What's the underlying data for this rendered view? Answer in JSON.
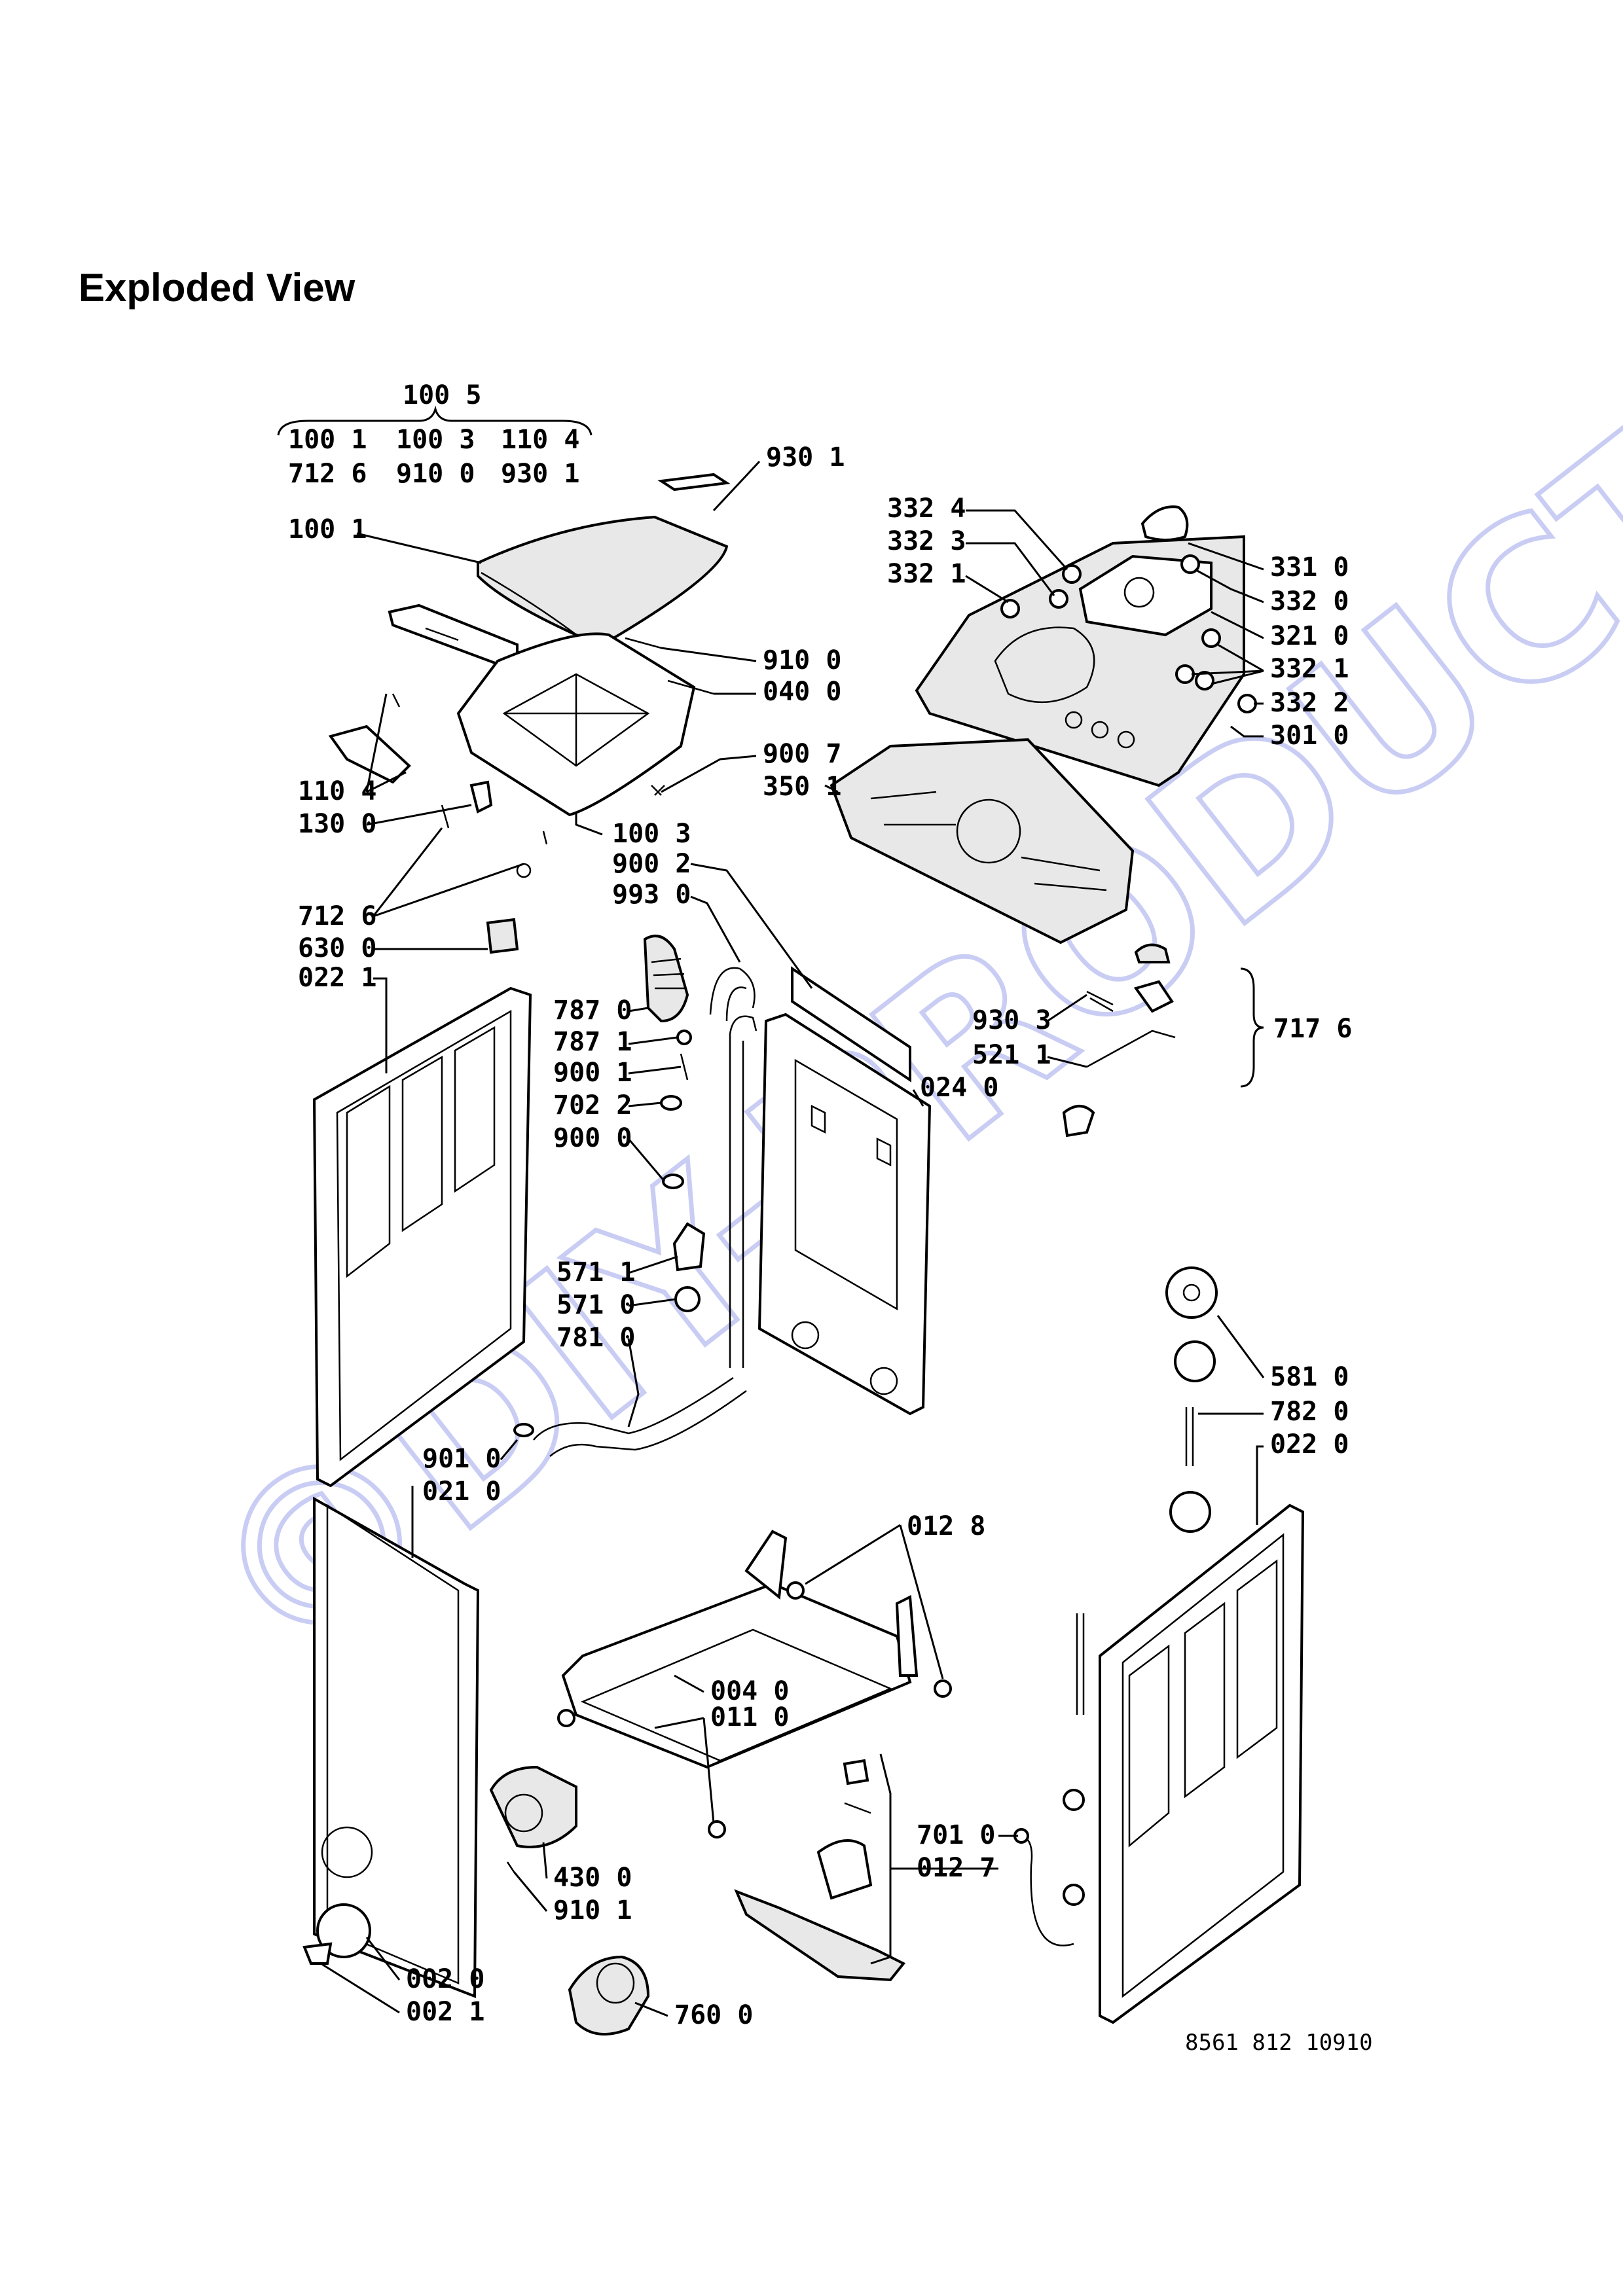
{
  "page": {
    "heading": "Exploded View",
    "drawing_code": "8561 812 10910",
    "watermark": "©DIY-PRODUCTS.cz",
    "watermark_color": "#c9cdf4"
  },
  "kit": {
    "top": "100 5",
    "row1": [
      "100 1",
      "100 3",
      "110 4"
    ],
    "row2": [
      "712 6",
      "910 0",
      "930 1"
    ]
  },
  "labels": {
    "l9301": "930 1",
    "l1001": "100 1",
    "l3324": "332 4",
    "l3323": "332 3",
    "l3321a": "332 1",
    "l3310": "331 0",
    "l3320": "332 0",
    "l3210": "321 0",
    "l3321b": "332 1",
    "l3322": "332 2",
    "l3010": "301 0",
    "l9100": "910 0",
    "l0400": "040 0",
    "l9007": "900 7",
    "l3501": "350 1",
    "l1104": "110 4",
    "l1300": "130 0",
    "l1003": "100 3",
    "l9002": "900 2",
    "l9930": "993 0",
    "l7126": "712 6",
    "l6300": "630 0",
    "l0221": "022 1",
    "l7870": "787 0",
    "l7871": "787 1",
    "l9001": "900 1",
    "l7022": "702 2",
    "l9000": "900 0",
    "l9303": "930 3",
    "l5211": "521 1",
    "l0240": "024 0",
    "l7176": "717 6",
    "l5711": "571 1",
    "l5710": "571 0",
    "l7810": "781 0",
    "l5810": "581 0",
    "l7820": "782 0",
    "l0220": "022 0",
    "l9010": "901 0",
    "l0210": "021 0",
    "l0128": "012 8",
    "l0040": "004 0",
    "l0110": "011 0",
    "l7010": "701 0",
    "l0127": "012 7",
    "l4300": "430 0",
    "l9101": "910 1",
    "l0020": "002 0",
    "l0021": "002 1",
    "l7600": "760 0"
  }
}
